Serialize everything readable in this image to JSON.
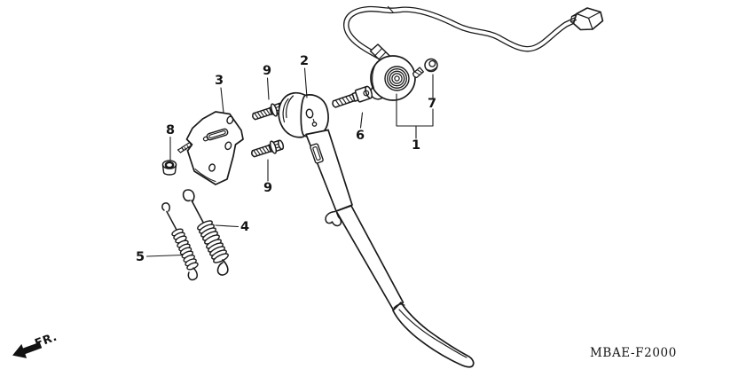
{
  "diagram": {
    "part_code": "MBAE-F2000",
    "fr_label": "FR.",
    "line_color": "#1a1a1a",
    "background_color": "#ffffff",
    "callouts": [
      {
        "text": "3"
      },
      {
        "text": "9"
      },
      {
        "text": "2"
      },
      {
        "text": "6"
      },
      {
        "text": "7"
      },
      {
        "text": "1"
      },
      {
        "text": "8"
      },
      {
        "text": "9"
      },
      {
        "text": "4"
      },
      {
        "text": "5"
      }
    ]
  }
}
